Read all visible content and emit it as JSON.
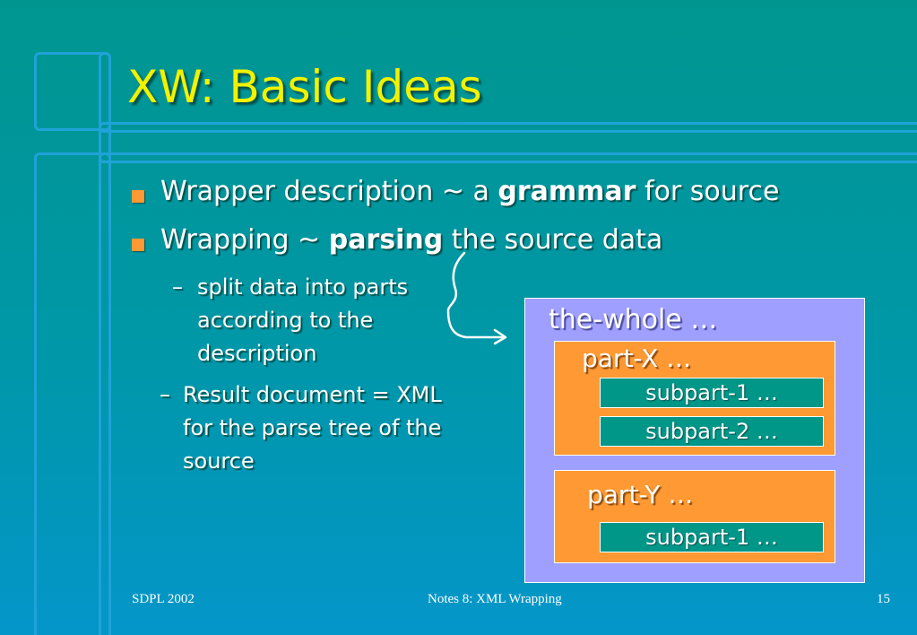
{
  "slide": {
    "title": "XW: Basic Ideas",
    "bullets": [
      {
        "before": "Wrapper description ~ a ",
        "bold": "grammar",
        "after": " for source"
      },
      {
        "before": "Wrapping ~ ",
        "bold": "parsing",
        "after": " the source data"
      }
    ],
    "subbullets": [
      {
        "dash": "–",
        "lines": [
          "split data into parts",
          "according to the",
          "description"
        ]
      },
      {
        "dash": "–",
        "lines": [
          "Result document = XML",
          "for the parse tree of the",
          "source"
        ]
      }
    ],
    "diagram": {
      "whole_label": "the-whole …",
      "part_x_label": "part-X …",
      "part_x_subparts": [
        "subpart-1 …",
        "subpart-2 …"
      ],
      "part_y_label": "part-Y …",
      "part_y_subparts": [
        "subpart-1 …"
      ]
    },
    "footer": {
      "left": "SDPL 2002",
      "center": "Notes 8: XML Wrapping",
      "right": "15"
    }
  },
  "colors": {
    "title": "#f2f200",
    "bullet_marker": "#ff9933",
    "outer_box": "#9f9fff",
    "part_box": "#ff9933",
    "subpart_box": "#009688",
    "frame": "#1fa2d8"
  }
}
